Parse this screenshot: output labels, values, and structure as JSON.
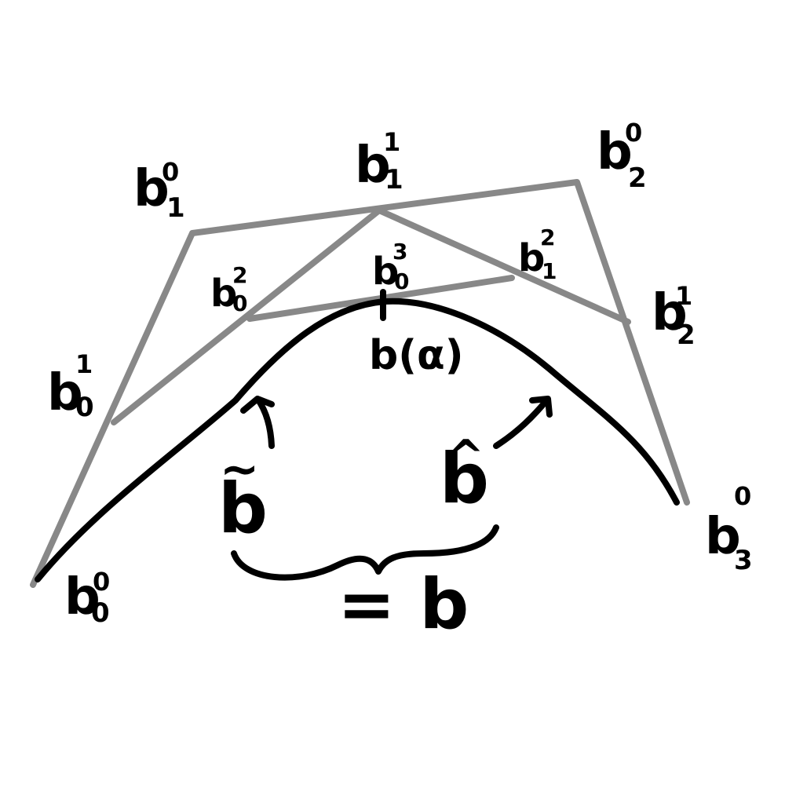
{
  "labels": {
    "b00": {
      "base": "b",
      "sup": "0",
      "sub": "0"
    },
    "b10": {
      "base": "b",
      "sup": "0",
      "sub": "1"
    },
    "b20": {
      "base": "b",
      "sup": "0",
      "sub": "2"
    },
    "b30": {
      "base": "b",
      "sup": "0",
      "sub": "3"
    },
    "b01": {
      "base": "b",
      "sup": "1",
      "sub": "0"
    },
    "b11": {
      "base": "b",
      "sup": "1",
      "sub": "1"
    },
    "b21": {
      "base": "b",
      "sup": "1",
      "sub": "2"
    },
    "b02": {
      "base": "b",
      "sup": "2",
      "sub": "0"
    },
    "b12": {
      "base": "b",
      "sup": "2",
      "sub": "1"
    },
    "b03": {
      "base": "b",
      "sup": "3",
      "sub": "0"
    }
  },
  "curve_point_label": "b(α)",
  "left_piece": {
    "base": "b",
    "accent": "~"
  },
  "right_piece": {
    "base": "b",
    "accent": "^"
  },
  "union_label": "= b",
  "colors": {
    "control_polygon": "#888888",
    "curve": "#000000"
  }
}
